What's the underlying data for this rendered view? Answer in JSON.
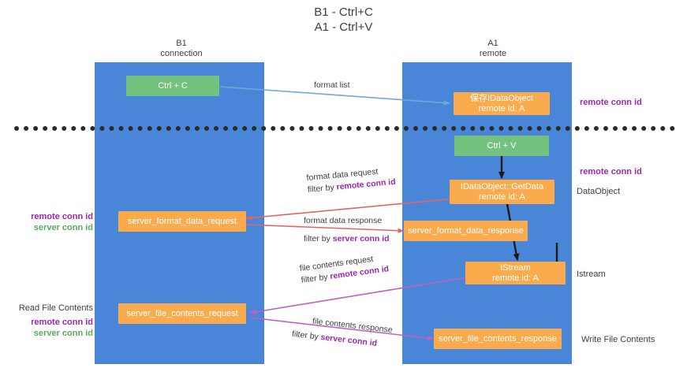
{
  "title": {
    "line1": "B1 - Ctrl+C",
    "line2": "A1 - Ctrl+V"
  },
  "columns": [
    {
      "name": "B1",
      "sub": "connection"
    },
    {
      "name": "A1",
      "sub": "remote"
    }
  ],
  "colors": {
    "lane": "#4a86d8",
    "green_box": "#73c27d",
    "orange_box": "#f9ab4e",
    "purple_text": "#9b27b0",
    "green_text": "#5aab60",
    "blue_arrow": "#6fa8dc",
    "red_arrow": "#e06666",
    "magenta_arrow": "#c060c0",
    "black_arrow": "#1b1b1b",
    "separator": "#2b2b2b"
  },
  "boxes": {
    "ctrl_c": {
      "line1": "Ctrl + C"
    },
    "idataobject_top": {
      "line1": "保存IDataObject",
      "line2": "remote id: A"
    },
    "ctrl_v": {
      "line1": "Ctrl + V"
    },
    "getdata": {
      "line1": "IDataObject::GetData",
      "line2": "remote id: A"
    },
    "format_request": {
      "line1": "server_format_data_request"
    },
    "format_response": {
      "line1": "server_format_data_response"
    },
    "istream": {
      "line1": "IStream",
      "line2": "remote id: A"
    },
    "file_request": {
      "line1": "server_file_contents_request"
    },
    "file_response": {
      "line1": "server_file_contents_response"
    }
  },
  "edge_labels": {
    "format_list": "format list",
    "format_data_request": {
      "line1": "format data request",
      "prefix": "filter by ",
      "highlight": "remote conn id"
    },
    "format_data_response": {
      "line1": "format data response",
      "prefix": "filter by ",
      "highlight": "server conn id"
    },
    "file_contents_request": {
      "line1": "file contents request",
      "prefix": "filter by ",
      "highlight": "remote conn id"
    },
    "file_contents_response": {
      "line1": "file contents response",
      "prefix": "filter by ",
      "highlight": "server conn id"
    }
  },
  "annotations": {
    "right_remote_conn_id_top": "remote conn id",
    "right_remote_conn_id_mid": "remote conn id",
    "right_dataobject": "DataObject",
    "right_istream": "Istream",
    "right_write_file_contents": "Write File Contents",
    "left_ids_mid": {
      "remote": "remote conn id",
      "server": "server conn id"
    },
    "left_read_file_contents": "Read File Contents",
    "left_ids_bottom": {
      "remote": "remote conn id",
      "server": "server conn id"
    }
  }
}
